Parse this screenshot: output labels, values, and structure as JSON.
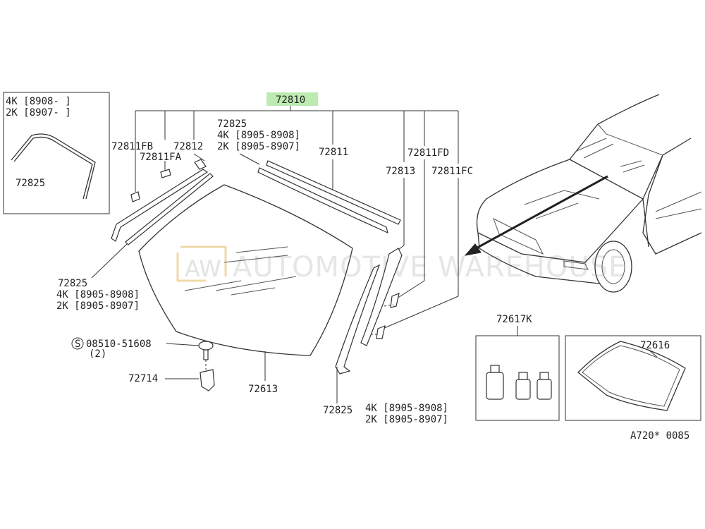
{
  "diagram": {
    "main_part": "72810",
    "watermark": {
      "logo": "AW",
      "text": "AUTOMOTIVE WAREHOUSE"
    },
    "inset_top_left": {
      "line1": "4K [8908-   ]",
      "line2": "2K [8907-   ]",
      "part": "72825"
    },
    "labels": {
      "p72811FB": "72811FB",
      "p72811FA": "72811FA",
      "p72812": "72812",
      "p72825_top": "72825",
      "p72825_top_4k": "4K [8905-8908]",
      "p72825_top_2k": "2K [8905-8907]",
      "p72811": "72811",
      "p72811FD": "72811FD",
      "p72813": "72813",
      "p72811FC": "72811FC",
      "p72825_left": "72825",
      "p72825_left_4k": "4K [8905-8908]",
      "p72825_left_2k": "2K [8905-8907]",
      "screw_symbol": "S",
      "screw_part": "08510-51608",
      "screw_qty": "(2)",
      "p72714": "72714",
      "p72613": "72613",
      "p72825_bottom": "72825",
      "p72825_bottom_4k": "4K [8905-8908]",
      "p72825_bottom_2k": "2K [8905-8907]",
      "p72617K": "72617K",
      "p72616": "72616"
    },
    "diagram_code": "A720* 0085",
    "colors": {
      "highlight": "#bdeab0",
      "line": "#333333",
      "watermark": "#e6e6e6"
    }
  }
}
